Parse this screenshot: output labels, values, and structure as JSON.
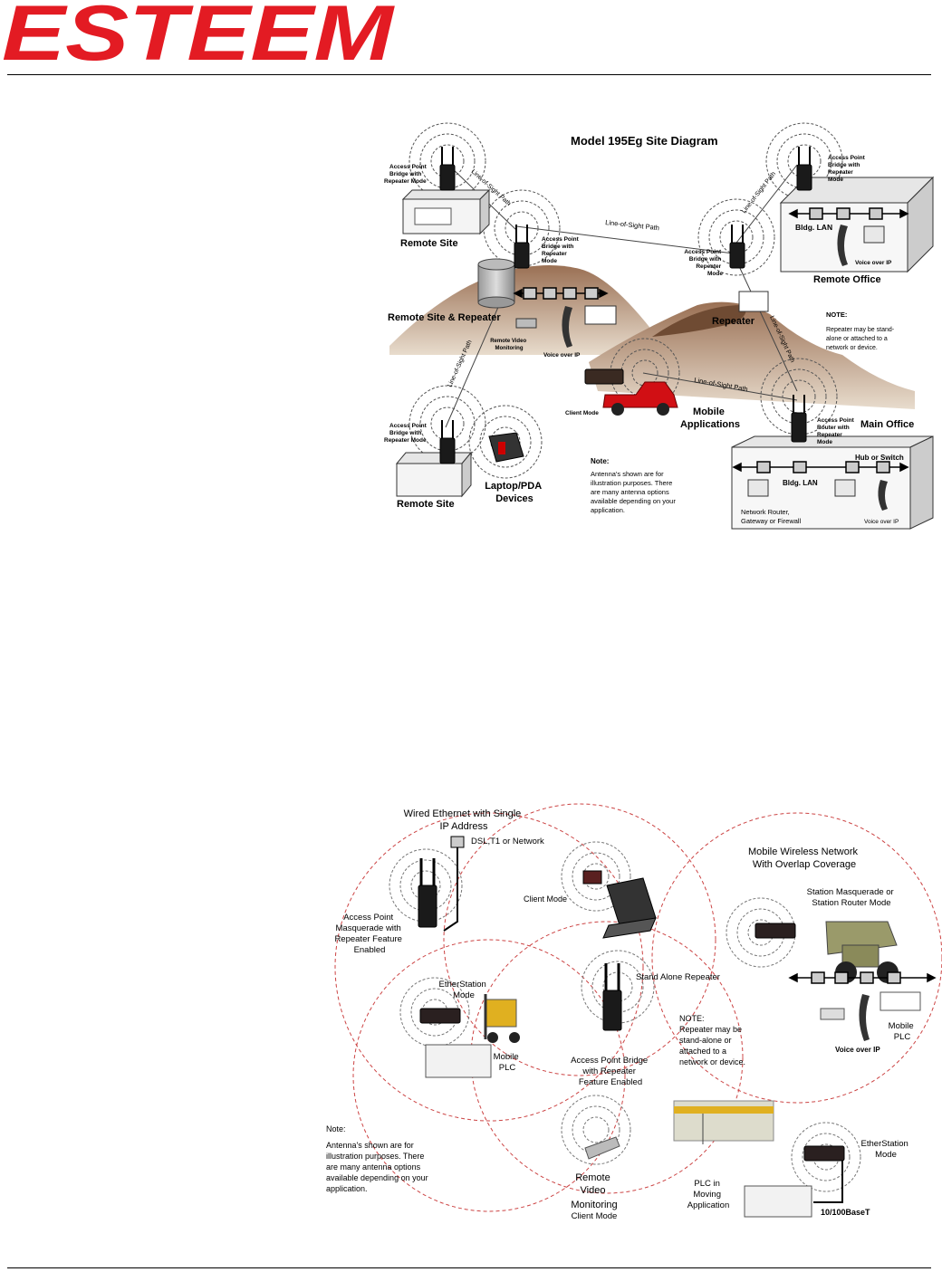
{
  "header": {
    "logo_text": "ESTEEM",
    "brand_color": "#e31b23"
  },
  "diagram1": {
    "title": "Model 195Eg Site Diagram",
    "ap_remote_top": [
      "Access Point",
      "Bridge with",
      "Repeater Mode"
    ],
    "remote_site_top": "Remote Site",
    "ap_repeater_center": [
      "Access Point",
      "Bridge with",
      "Repeater",
      "Mode"
    ],
    "remote_site_repeater": "Remote Site & Repeater",
    "remote_video": [
      "Remote Video",
      "Monitoring"
    ],
    "voip_left": "Voice over IP",
    "los_top_left": "Line-of-Sight Path",
    "los_top_mid": "Line-of-Sight Path",
    "los_top_right": "Line-of-Sight Path",
    "los_left": "Line-of-Sight Path",
    "los_right": "Line-of-Sight Path",
    "los_mid": "Line-of-Sight Path",
    "ap_top_right": [
      "Access Point",
      "Bridge with",
      "Repeater",
      "Mode"
    ],
    "ap_repeater_right": [
      "Access Point",
      "Bridge with",
      "Repeater",
      "Mode"
    ],
    "bldg_lan_top": "Bldg. LAN",
    "voip_top_right": "Voice over IP",
    "remote_office": "Remote Office",
    "repeater": "Repeater",
    "note_right_title": "NOTE:",
    "note_right_lines": [
      "Repeater may be stand-",
      "alone or attached to a",
      "network or device."
    ],
    "client_mode": "Client Mode",
    "mobile_apps": [
      "Mobile",
      "Applications"
    ],
    "ap_bottom_left": [
      "Access Point",
      "Bridge with",
      "Repeater Mode"
    ],
    "remote_site_bottom": "Remote Site",
    "laptop_pda": [
      "Laptop/PDA",
      "Devices"
    ],
    "note_bottom_title": "Note:",
    "note_bottom_lines": [
      "Antenna's shown are for",
      "illustration purposes.  There",
      "are many antenna options",
      "available depending on your",
      "application."
    ],
    "ap_router": [
      "Access Point",
      "Router with",
      "Repeater",
      "Mode"
    ],
    "main_office": "Main Office",
    "hub_switch": "Hub or Switch",
    "bldg_lan_bottom": "Bldg. LAN",
    "network_router": [
      "Network Router,",
      "Gateway or Firewall"
    ],
    "voip_bottom": "Voice over IP"
  },
  "diagram2": {
    "wired_eth": [
      "Wired Ethernet with Single",
      "IP Address"
    ],
    "dsl": "DSL,T1 or Network",
    "ap_masq": [
      "Access Point",
      "Masquerade with",
      "Repeater Feature",
      "Enabled"
    ],
    "client_mode": "Client Mode",
    "mobile_net": [
      "Mobile Wireless Network",
      "With Overlap Coverage"
    ],
    "station_masq": [
      "Station Masquerade or",
      "Station Router Mode"
    ],
    "etherstation_left": [
      "EtherStation",
      "Mode"
    ],
    "standalone": "Stand Alone Repeater",
    "note_title": "NOTE:",
    "note_lines": [
      "Repeater may be",
      "stand-alone or",
      "attached to a",
      "network or device."
    ],
    "ap_bridge": [
      "Access Point Bridge",
      "with Repeater",
      "Feature Enabled"
    ],
    "mobile_plc_left": [
      "Mobile",
      "PLC"
    ],
    "voip": "Voice over IP",
    "mobile_plc_right": [
      "Mobile",
      "PLC"
    ],
    "note2_title": "Note:",
    "note2_lines": [
      "Antenna's shown are for",
      "illustration purposes.  There",
      "are many antenna options",
      "available depending on your",
      "application."
    ],
    "remote_video": [
      "Remote",
      "Video",
      "Monitoring"
    ],
    "client_mode_bottom": "Client Mode",
    "plc_moving": [
      "PLC in",
      "Moving",
      "Application"
    ],
    "etherstation_right": [
      "EtherStation",
      "Mode"
    ],
    "baset": "10/100BaseT"
  }
}
